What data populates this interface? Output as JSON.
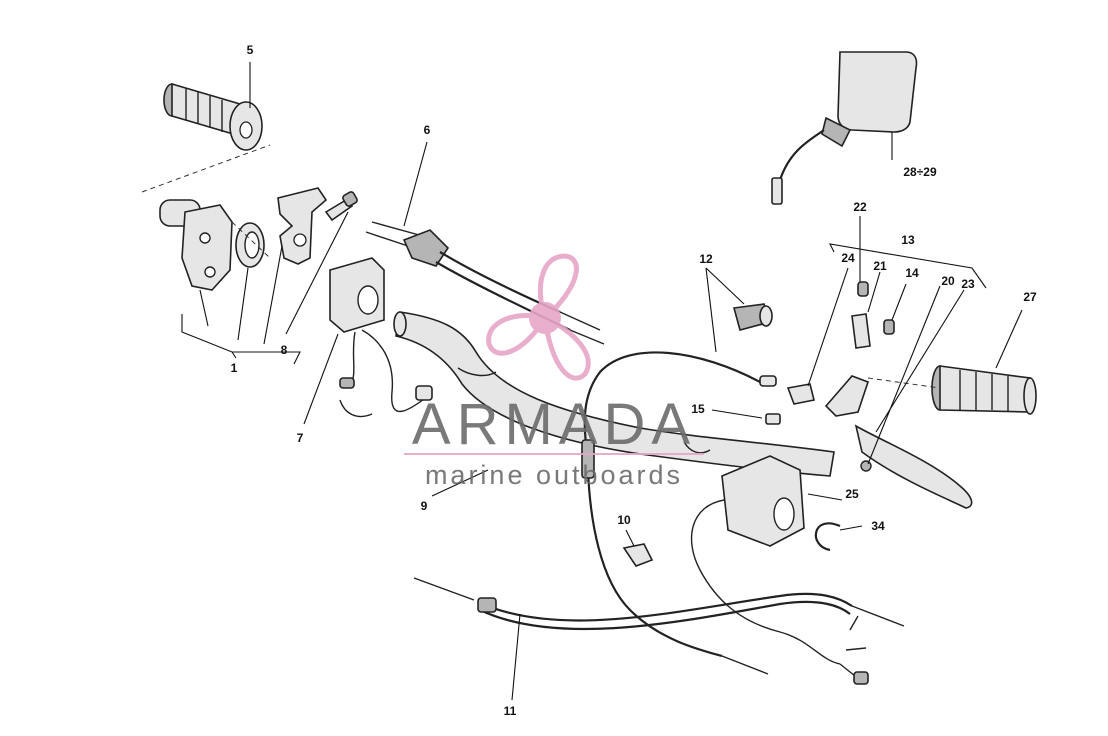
{
  "callouts": {
    "c1": "1",
    "c5": "5",
    "c6": "6",
    "c7": "7",
    "c8": "8",
    "c9": "9",
    "c10": "10",
    "c11": "11",
    "c12": "12",
    "c13": "13",
    "c14": "14",
    "c15": "15",
    "c20": "20",
    "c21": "21",
    "c22": "22",
    "c23": "23",
    "c24": "24",
    "c25": "25",
    "c27": "27",
    "c28_29": "28÷29",
    "c34": "34"
  },
  "watermark": {
    "brand": "ARMADA",
    "tagline": "marine outboards",
    "logo_icon": "propeller-logo-icon",
    "logo_color": "#e8a6c8",
    "text_color": "#6b6b6b"
  }
}
